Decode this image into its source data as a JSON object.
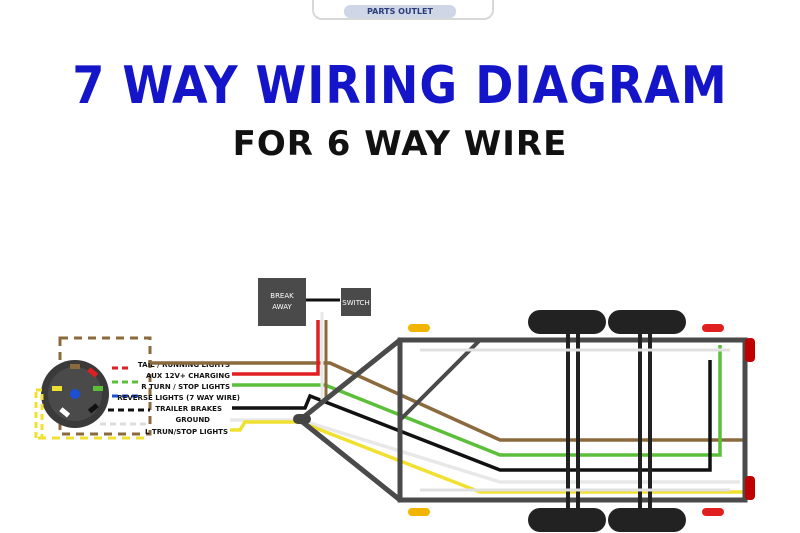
{
  "logo": {
    "text": "PARTS OUTLET"
  },
  "title": "7 WAY WIRING DIAGRAM",
  "subtitle": "FOR 6 WAY WIRE",
  "breakaway": {
    "line1": "BREAK",
    "line2": "AWAY"
  },
  "switch": {
    "label": "SWITCH"
  },
  "wires": [
    {
      "label": "TAIL / RUNNING LIGHTS",
      "color": "#8b6a3e"
    },
    {
      "label": "AUX 12V+ CHARGING",
      "color": "#e02020"
    },
    {
      "label": "R TURN / STOP LIGHTS",
      "color": "#5cbf3a"
    },
    {
      "label": "REVERSE LIGHTS (7 WAY WIRE)",
      "color": "#1a4fd6"
    },
    {
      "label": "TRAILER BRAKES",
      "color": "#111111"
    },
    {
      "label": "GROUND",
      "color": "#ffffff"
    },
    {
      "label": "L TRUN/STOP LIGHTS",
      "color": "#f0e030"
    }
  ]
}
